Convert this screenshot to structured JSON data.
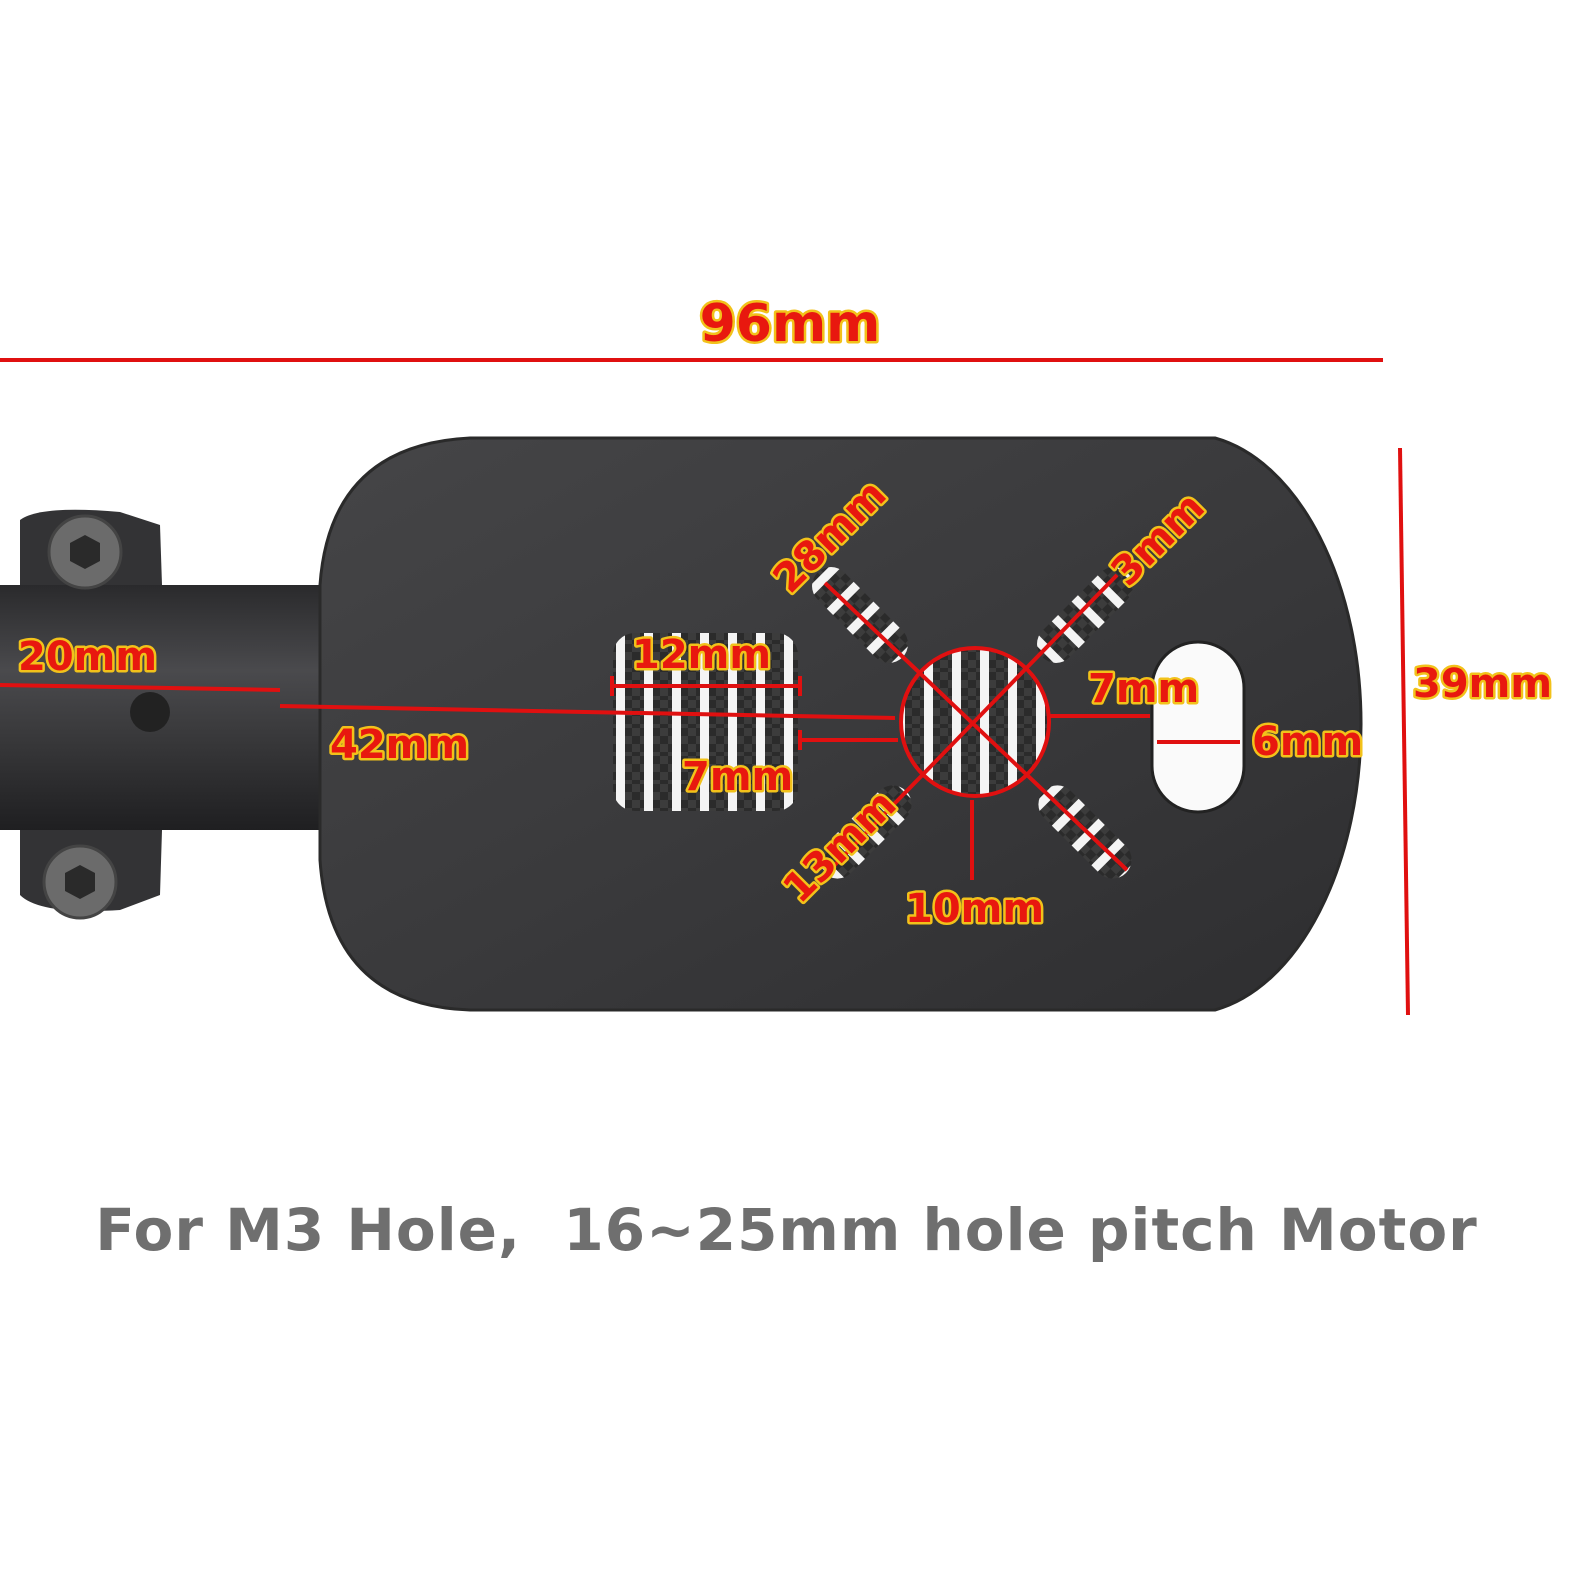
{
  "dimensions": {
    "length": "96mm",
    "width": "39mm",
    "tube_diameter": "20mm",
    "arm_length": "42mm",
    "slot_length": "28mm",
    "slot_width": "3mm",
    "center_to_slot": "7mm",
    "oval_width": "6mm",
    "square_width": "12mm",
    "square_offset": "7mm",
    "slot_distance": "13mm",
    "center_hole": "10mm"
  },
  "caption": "For M3 Hole,  16~25mm hole pitch Motor",
  "colors": {
    "dimension_text": "#e8180f",
    "dimension_outline": "#f2c21a",
    "dimension_line": "#e01010",
    "plate": "#3b3b3d",
    "caption": "#6f6f6f"
  }
}
